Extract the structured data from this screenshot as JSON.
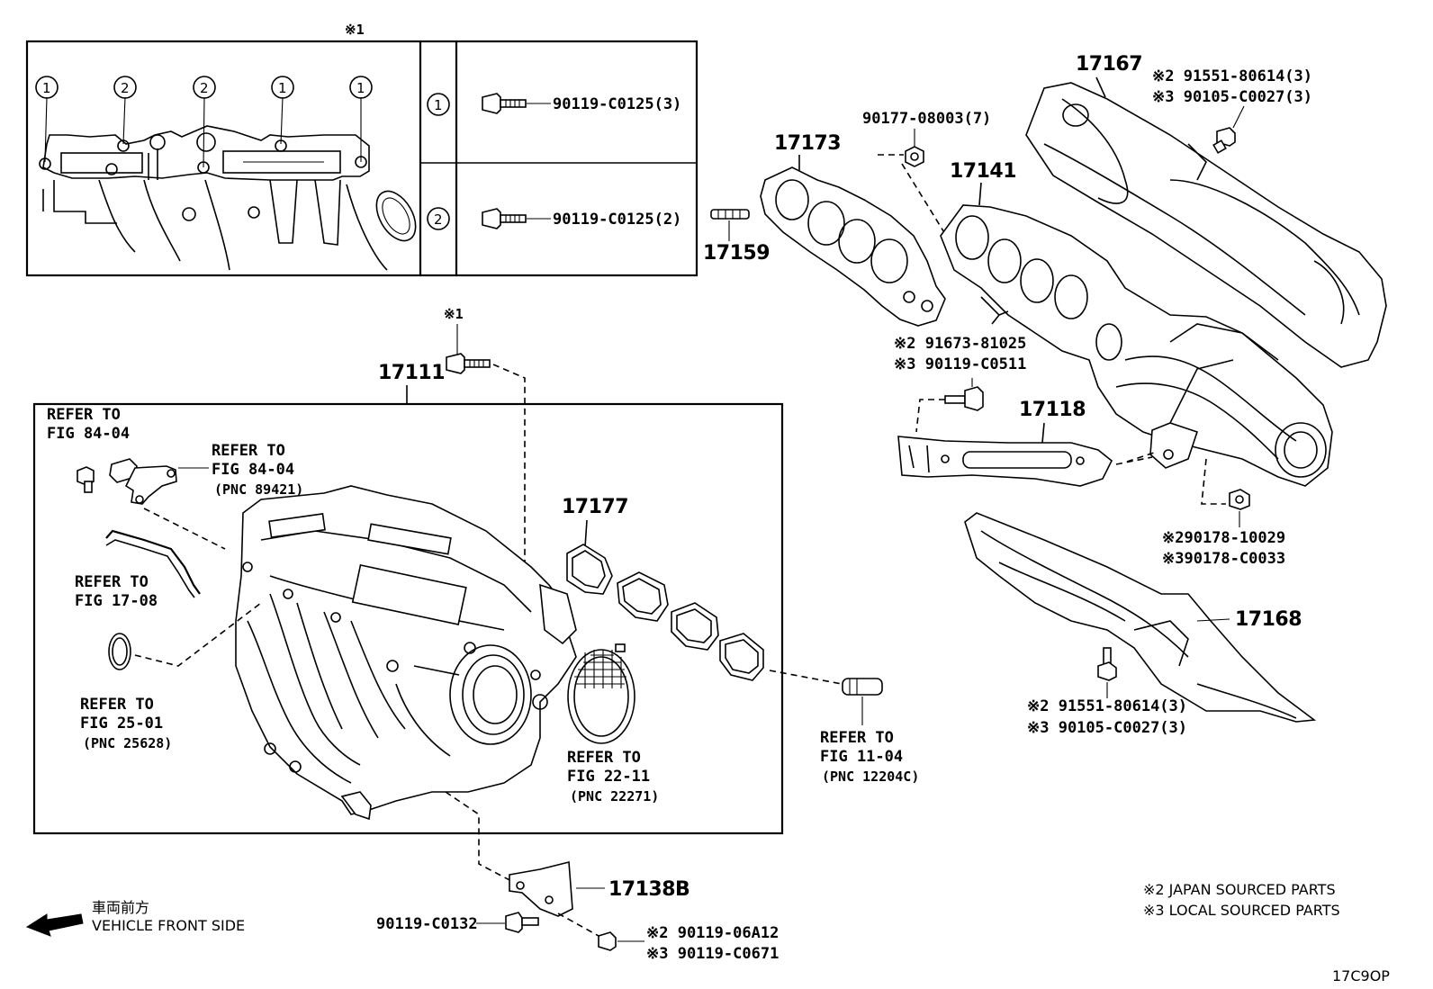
{
  "inset": {
    "mark": "※1",
    "circles": [
      "1",
      "2",
      "2",
      "1",
      "1"
    ],
    "rows": [
      {
        "key": "1",
        "part": "90119-C0125(3)"
      },
      {
        "key": "2",
        "part": "90119-C0125(2)"
      }
    ]
  },
  "mark_bolt": "※1",
  "parts": {
    "p17111": "17111",
    "p17173": "17173",
    "p17159": "17159",
    "p17141": "17141",
    "p17167": "17167",
    "p17118": "17118",
    "p17177": "17177",
    "p17168": "17168",
    "p17138b": "17138B",
    "nut_top": "90177-08003(7)",
    "stud_90119_c0132": "90119-C0132"
  },
  "dual": {
    "top_right": [
      "※2 91551-80614(3)",
      "※3 90105-C0027(3)"
    ],
    "mid": [
      "※2 91673-81025",
      "※3 90119-C0511"
    ],
    "nut_right": [
      "※290178-10029",
      "※390178-C0033"
    ],
    "lower_right": [
      "※2 91551-80614(3)",
      "※3 90105-C0027(3)"
    ],
    "bottom": [
      "※2 90119-06A12",
      "※3 90119-C0671"
    ]
  },
  "refs": {
    "r1": [
      "REFER TO",
      "FIG 84-04"
    ],
    "r2": [
      "REFER TO",
      "FIG 84-04",
      "(PNC 89421)"
    ],
    "r3": [
      "REFER TO",
      "FIG 17-08"
    ],
    "r4": [
      "REFER TO",
      "FIG 25-01",
      "(PNC 25628)"
    ],
    "r5": [
      "REFER TO",
      "FIG 22-11",
      "(PNC 22271)"
    ],
    "r6": [
      "REFER TO",
      "FIG 11-04",
      "(PNC 12204C)"
    ]
  },
  "legend": {
    "japan": "※2 JAPAN SOURCED PARTS",
    "local": "※3 LOCAL SOURCED PARTS"
  },
  "front": {
    "jp": "車両前方",
    "en": "VEHICLE FRONT SIDE"
  },
  "figure_code": "17C9OP"
}
